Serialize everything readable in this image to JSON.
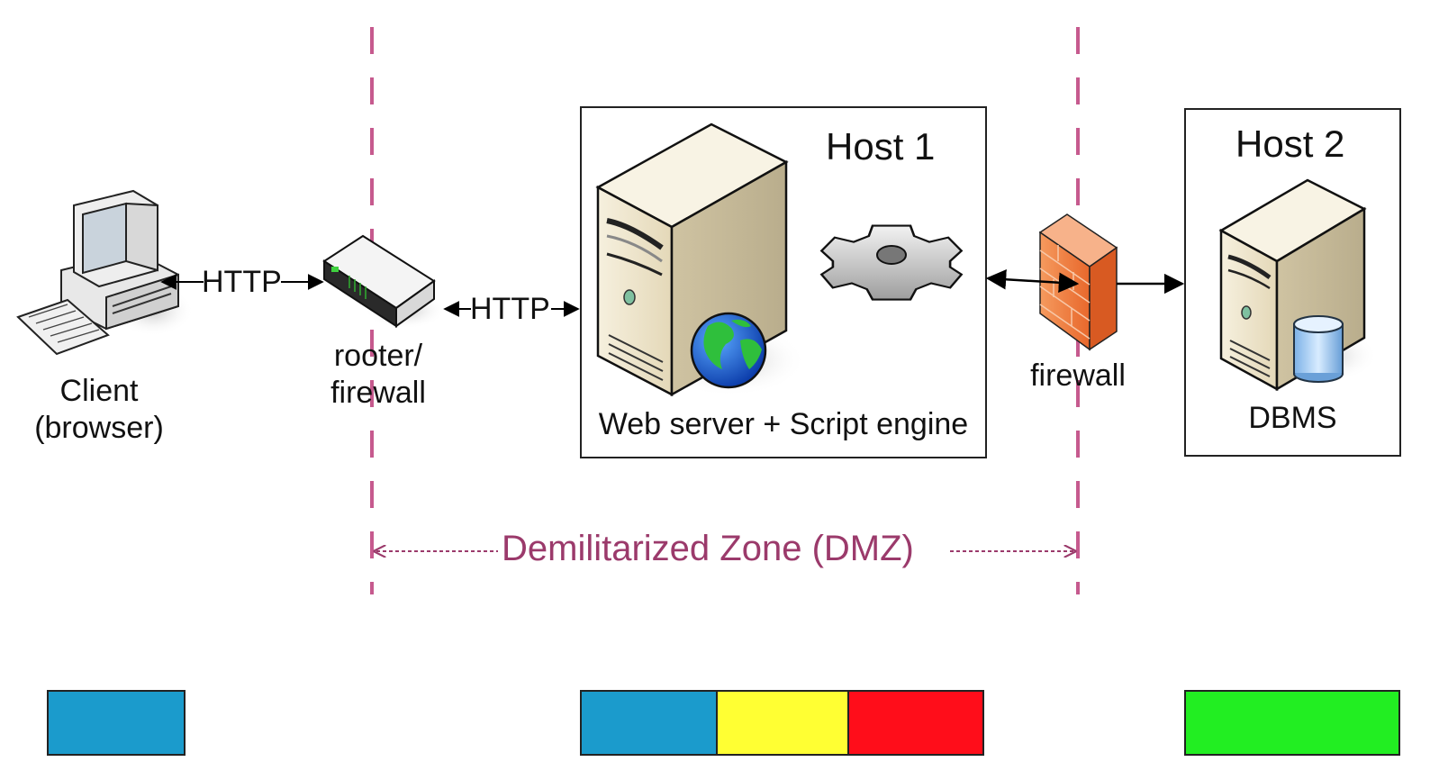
{
  "diagram": {
    "client": {
      "label_line1": "Client",
      "label_line2": "(browser)"
    },
    "router": {
      "label_line1": "rooter/",
      "label_line2": "firewall"
    },
    "http_left": "HTTP",
    "http_right": "HTTP",
    "host1": {
      "title": "Host 1",
      "caption": "Web server + Script engine"
    },
    "firewall": {
      "label": "firewall"
    },
    "host2": {
      "title": "Host 2",
      "caption": "DBMS"
    },
    "dmz": {
      "label": "Demilitarized Zone (DMZ)"
    }
  },
  "colors": {
    "dmz_accent": "#9b3a6b",
    "dmz_line": "#c65a8e",
    "legend_blue": "#1b9bcc",
    "legend_yellow": "#ffff33",
    "legend_red": "#ff0d1a",
    "legend_green": "#22ee22",
    "firewall_orange": "#f07a3a",
    "server_beige": "#efe6cf"
  },
  "icons": [
    "computer-icon",
    "router-icon",
    "server-icon",
    "globe-icon",
    "gear-icon",
    "firewall-icon",
    "database-icon"
  ]
}
